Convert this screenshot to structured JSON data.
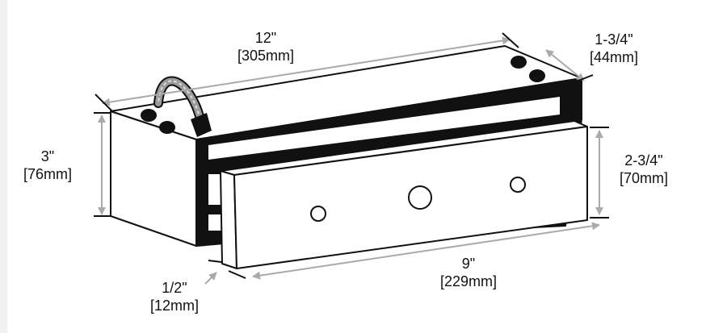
{
  "dimensions": {
    "length": {
      "imperial": "12\"",
      "metric": "[305mm]"
    },
    "depth": {
      "imperial": "1-3/4\"",
      "metric": "[44mm]"
    },
    "height": {
      "imperial": "3\"",
      "metric": "[76mm]"
    },
    "plate_height": {
      "imperial": "2-3/4\"",
      "metric": "[70mm]"
    },
    "plate_length": {
      "imperial": "9\"",
      "metric": "[229mm]"
    },
    "plate_thickness": {
      "imperial": "1/2\"",
      "metric": "[12mm]"
    }
  },
  "colors": {
    "line": "#111111",
    "fill": "#ffffff",
    "dark": "#111111",
    "dim_line": "#aaaaaa",
    "cable": "#888888"
  }
}
